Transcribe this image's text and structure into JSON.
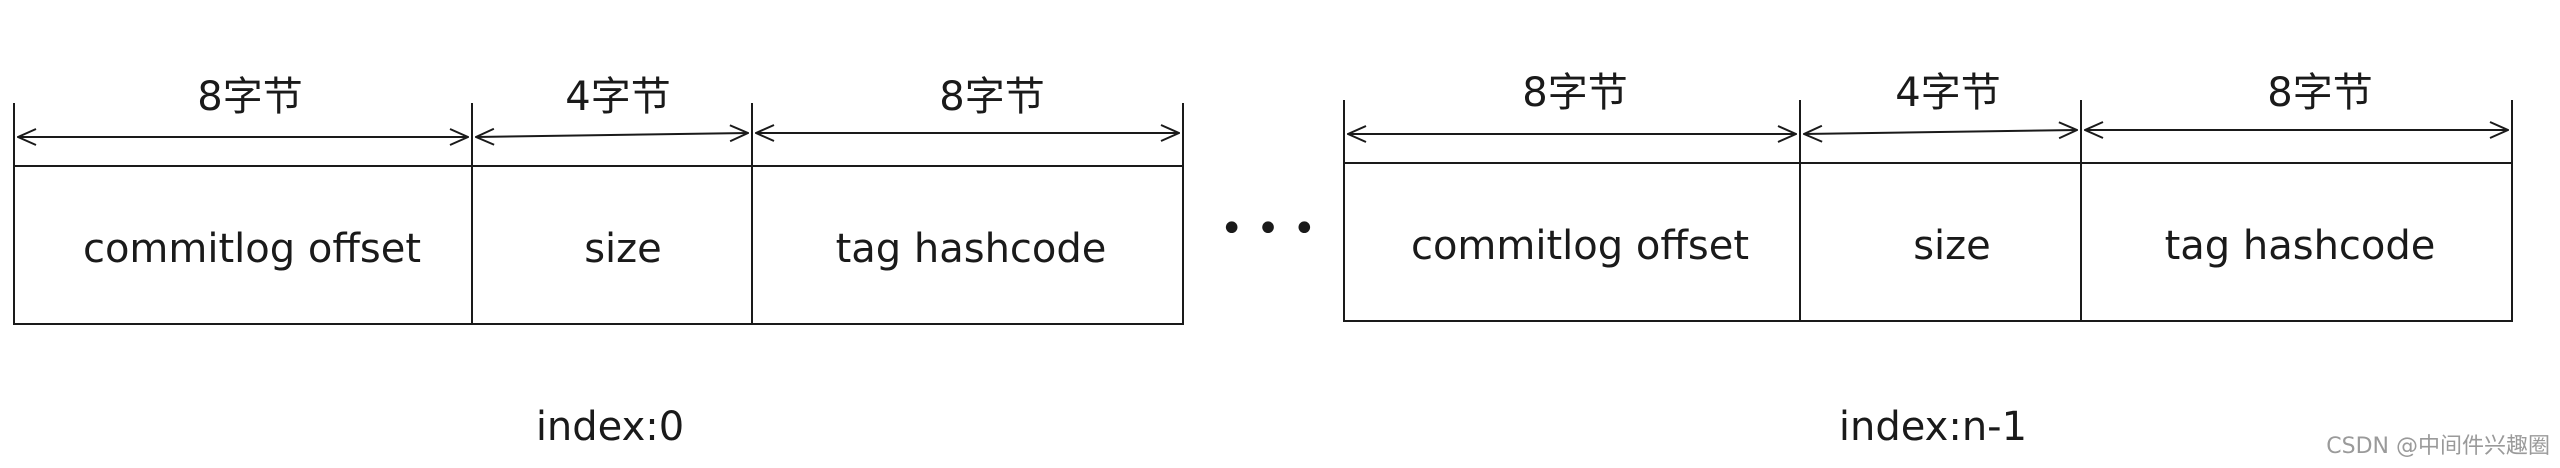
{
  "entries": [
    {
      "fields": [
        {
          "name": "commitlog offset",
          "size_label": "8字节"
        },
        {
          "name": "size",
          "size_label": "4字节"
        },
        {
          "name": "tag hashcode",
          "size_label": "8字节"
        }
      ],
      "index_label": "index:0"
    },
    {
      "fields": [
        {
          "name": "commitlog offset",
          "size_label": "8字节"
        },
        {
          "name": "size",
          "size_label": "4字节"
        },
        {
          "name": "tag hashcode",
          "size_label": "8字节"
        }
      ],
      "index_label": "index:n-1"
    }
  ],
  "ellipsis": "• • •",
  "watermark": "CSDN @中间件兴趣圈"
}
